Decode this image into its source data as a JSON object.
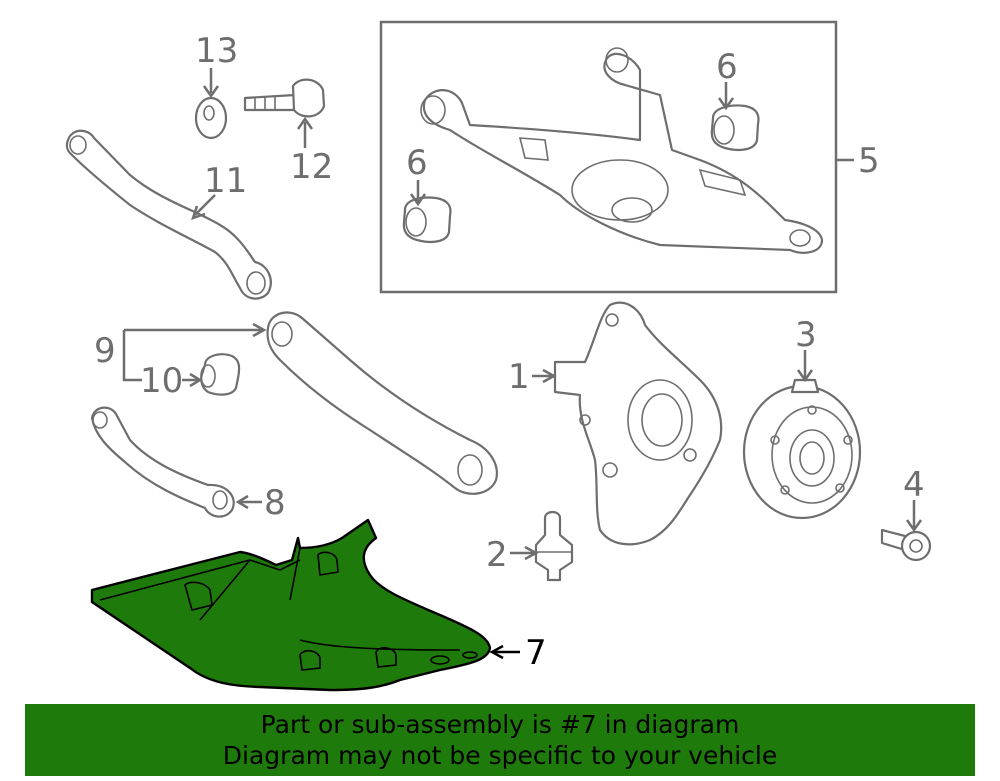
{
  "colors": {
    "highlight": "#1f7a0c",
    "line": "#6e6e6e",
    "banner_text": "#000000"
  },
  "callouts": {
    "c1": "1",
    "c2": "2",
    "c3": "3",
    "c4": "4",
    "c5": "5",
    "c6a": "6",
    "c6b": "6",
    "c7": "7",
    "c8": "8",
    "c9": "9",
    "c10": "10",
    "c11": "11",
    "c12": "12",
    "c13": "13"
  },
  "highlighted_part": "7",
  "banner": {
    "line1": "Part or sub-assembly is #7 in diagram",
    "line2": "Diagram may not be specific to your vehicle"
  }
}
